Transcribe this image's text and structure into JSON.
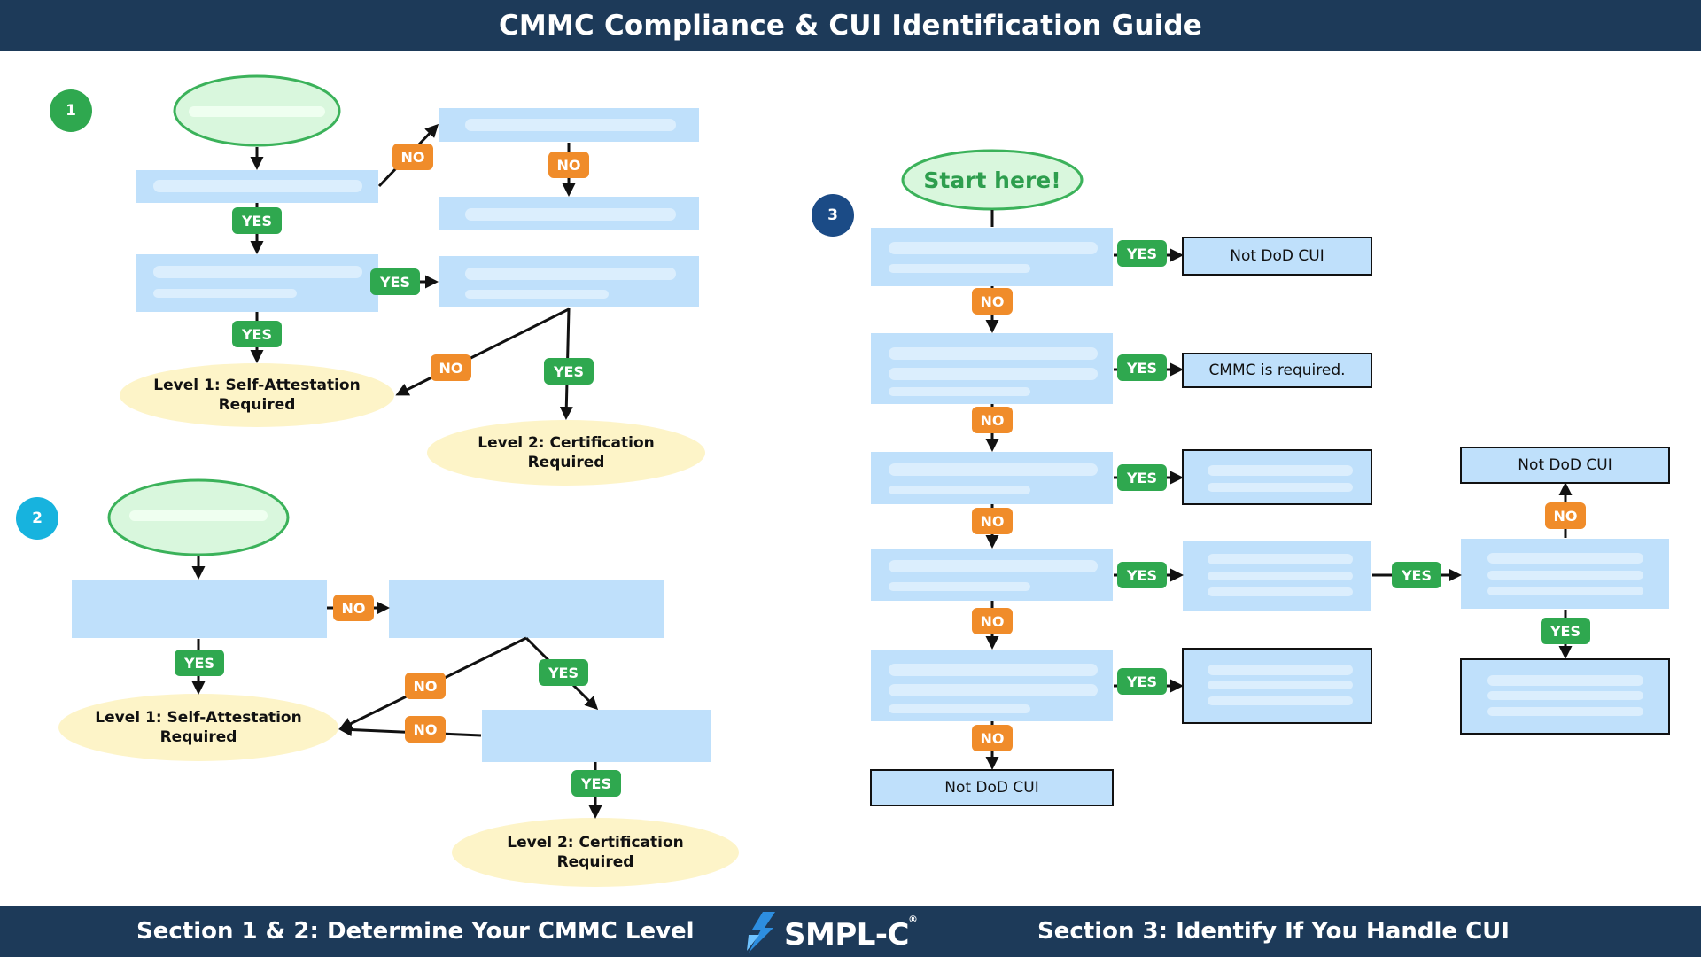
{
  "header": {
    "title": "CMMC Compliance & CUI Identification Guide"
  },
  "footer": {
    "left_title": "Section 1 & 2: Determine Your CMMC Level",
    "right_title": "Section 3: Identify If You Handle CUI",
    "logo_text": "SMPL-C",
    "logo_mark": "®"
  },
  "sections": {
    "s1": {
      "number": "1",
      "color": "#2fa84f"
    },
    "s2": {
      "number": "2",
      "color": "#17b3de"
    },
    "s3": {
      "number": "3",
      "color": "#1b4b86"
    }
  },
  "labels": {
    "yes": "YES",
    "no": "NO",
    "start": "Start here!",
    "level1": "Level 1: Self-Attestation Required",
    "level2": "Level 2: Certification Required",
    "not_dod_cui": "Not DoD CUI",
    "cmmc_required": "CMMC is required."
  },
  "colors": {
    "header_bg": "#1d3a59",
    "box_fill": "#bfe0fb",
    "placeholder": "#dbeefd",
    "oval_green": "#d9f7dd",
    "oval_green_border": "#3bb25a",
    "oval_yellow": "#fdf4c8",
    "yes": "#2fa84f",
    "no": "#f08c2a"
  }
}
